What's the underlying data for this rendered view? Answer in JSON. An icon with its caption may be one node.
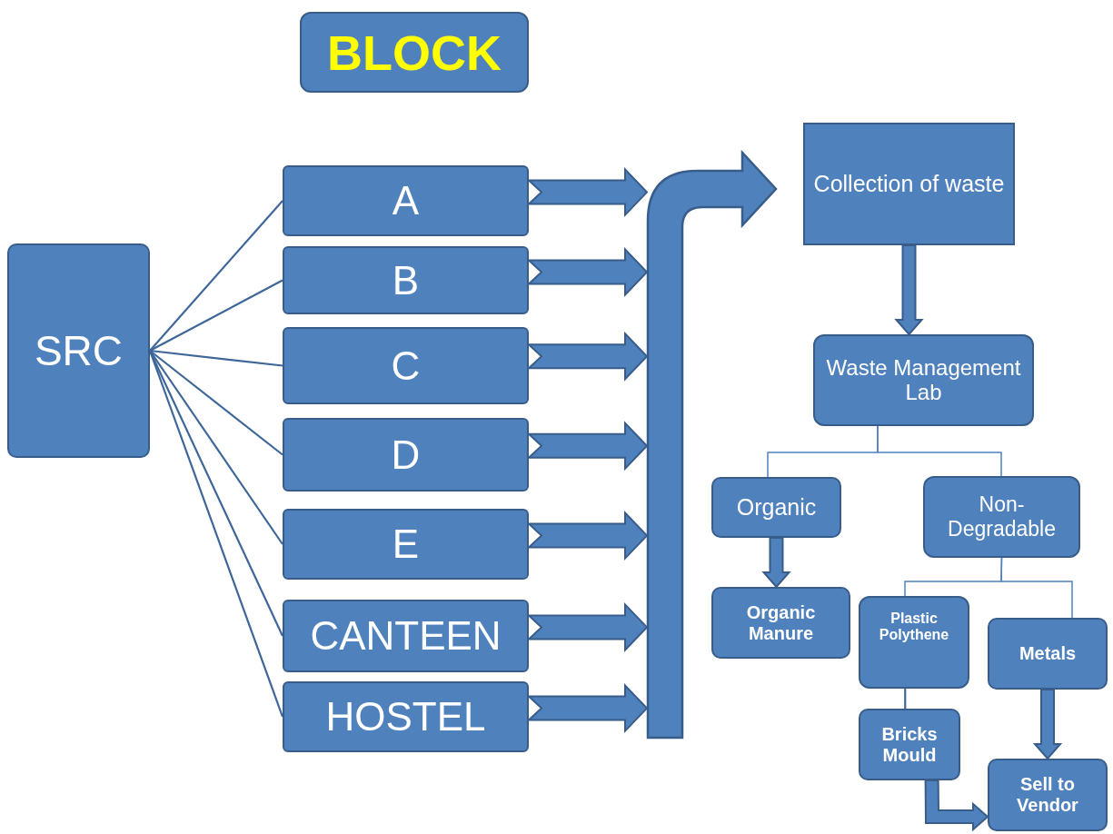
{
  "diagram": {
    "nodes": [
      {
        "text": [
          "BLOCK"
        ]
      },
      {
        "text": [
          "SRC"
        ]
      },
      {
        "text": [
          "A"
        ]
      },
      {
        "text": [
          "B"
        ]
      },
      {
        "text": [
          "C"
        ]
      },
      {
        "text": [
          "D"
        ]
      },
      {
        "text": [
          "E"
        ]
      },
      {
        "text": [
          "CANTEEN"
        ]
      },
      {
        "text": [
          "HOSTEL"
        ]
      },
      {
        "text": [],
        "shape": "arrow"
      },
      {
        "text": [
          "Collection of waste"
        ]
      },
      {
        "text": [
          "Waste Management Lab"
        ]
      },
      {
        "text": [
          "Organic"
        ]
      },
      {
        "text": [
          "Non-Degradable"
        ]
      },
      {
        "text": [
          "Organic Manure"
        ]
      },
      {
        "text": [
          "Plastic Polythene"
        ]
      },
      {
        "text": [
          "Metals"
        ]
      },
      {
        "text": [
          "Bricks Mould"
        ]
      },
      {
        "text": [
          "Sell to Vendor"
        ]
      }
    ],
    "edges": [
      {
        "from": 1,
        "to": 2,
        "arrow": "none"
      },
      {
        "from": 1,
        "to": 3,
        "arrow": "none"
      },
      {
        "from": 1,
        "to": 4,
        "arrow": "none"
      },
      {
        "from": 1,
        "to": 5,
        "arrow": "none"
      },
      {
        "from": 1,
        "to": 6,
        "arrow": "none"
      },
      {
        "from": 1,
        "to": 7,
        "arrow": "none"
      },
      {
        "from": 1,
        "to": 8,
        "arrow": "none"
      },
      {
        "from": 2,
        "to": 9,
        "arrow": "to",
        "style": "thick"
      },
      {
        "from": 3,
        "to": 9,
        "arrow": "to",
        "style": "thick"
      },
      {
        "from": 4,
        "to": 9,
        "arrow": "to",
        "style": "thick"
      },
      {
        "from": 5,
        "to": 9,
        "arrow": "to",
        "style": "thick"
      },
      {
        "from": 6,
        "to": 9,
        "arrow": "to",
        "style": "thick"
      },
      {
        "from": 7,
        "to": 9,
        "arrow": "to",
        "style": "thick"
      },
      {
        "from": 8,
        "to": 9,
        "arrow": "to",
        "style": "thick"
      },
      {
        "from": 10,
        "to": 11,
        "arrow": "to",
        "style": "thick"
      },
      {
        "from": 11,
        "to": 12,
        "arrow": "none"
      },
      {
        "from": 11,
        "to": 13,
        "arrow": "none"
      },
      {
        "from": 12,
        "to": 14,
        "arrow": "to",
        "style": "thick"
      },
      {
        "from": 13,
        "to": 15,
        "arrow": "none"
      },
      {
        "from": 13,
        "to": 16,
        "arrow": "none"
      },
      {
        "from": 15,
        "to": 17,
        "arrow": "none"
      },
      {
        "from": 16,
        "to": 18,
        "arrow": "to",
        "style": "thick"
      },
      {
        "from": 17,
        "to": 18,
        "arrow": "to",
        "style": "thick"
      }
    ]
  }
}
